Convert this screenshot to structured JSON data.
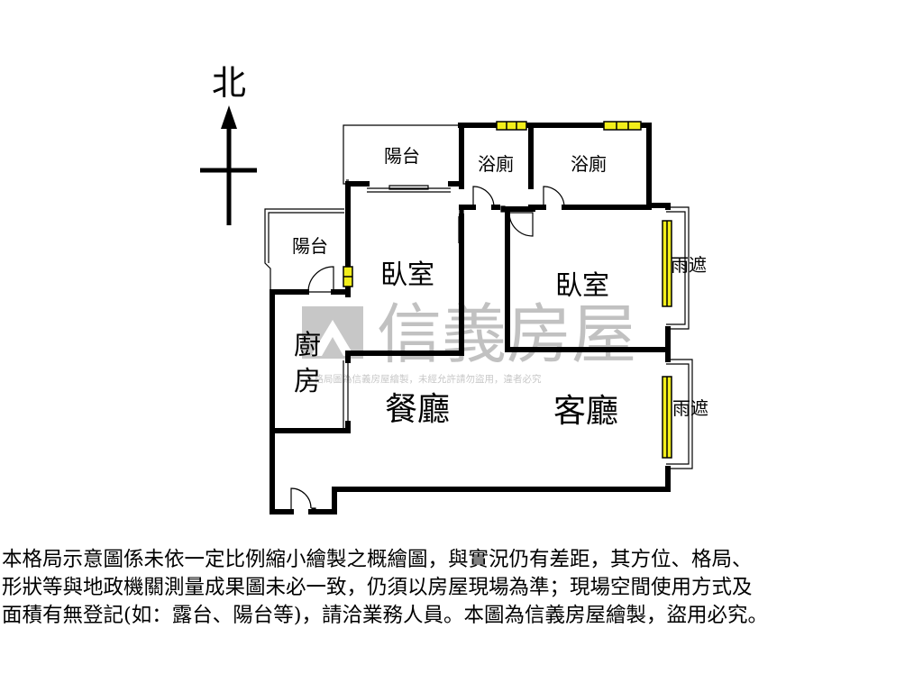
{
  "compass": {
    "north": "北"
  },
  "rooms": {
    "balcony_top": "陽台",
    "bath_left": "浴廁",
    "bath_right": "浴廁",
    "balcony_left": "陽台",
    "bedroom_left": "臥室",
    "bedroom_right": "臥室",
    "awning_upper": "雨遮",
    "kitchen_line1": "廚",
    "kitchen_line2": "房",
    "dining": "餐廳",
    "living": "客廳",
    "awning_lower": "雨遮"
  },
  "watermark": {
    "brand": "信義房屋",
    "notice": "本格局圖為信義房屋繪製，未經允許請勿盜用，違者必究"
  },
  "colors": {
    "wall": "#000000",
    "window": "#f2ee1a",
    "watermark": "#c9c9c9"
  },
  "disclaimer": {
    "line1": "本格局示意圖係未依一定比例縮小繪製之概繪圖，與實況仍有差距，其方位、格局、",
    "line2": "形狀等與地政機關測量成果圖未必一致，仍須以房屋現場為準；現場空間使用方式及",
    "line3": "面積有無登記(如：露台、陽台等)，請洽業務人員。本圖為信義房屋繪製，盜用必究。"
  }
}
